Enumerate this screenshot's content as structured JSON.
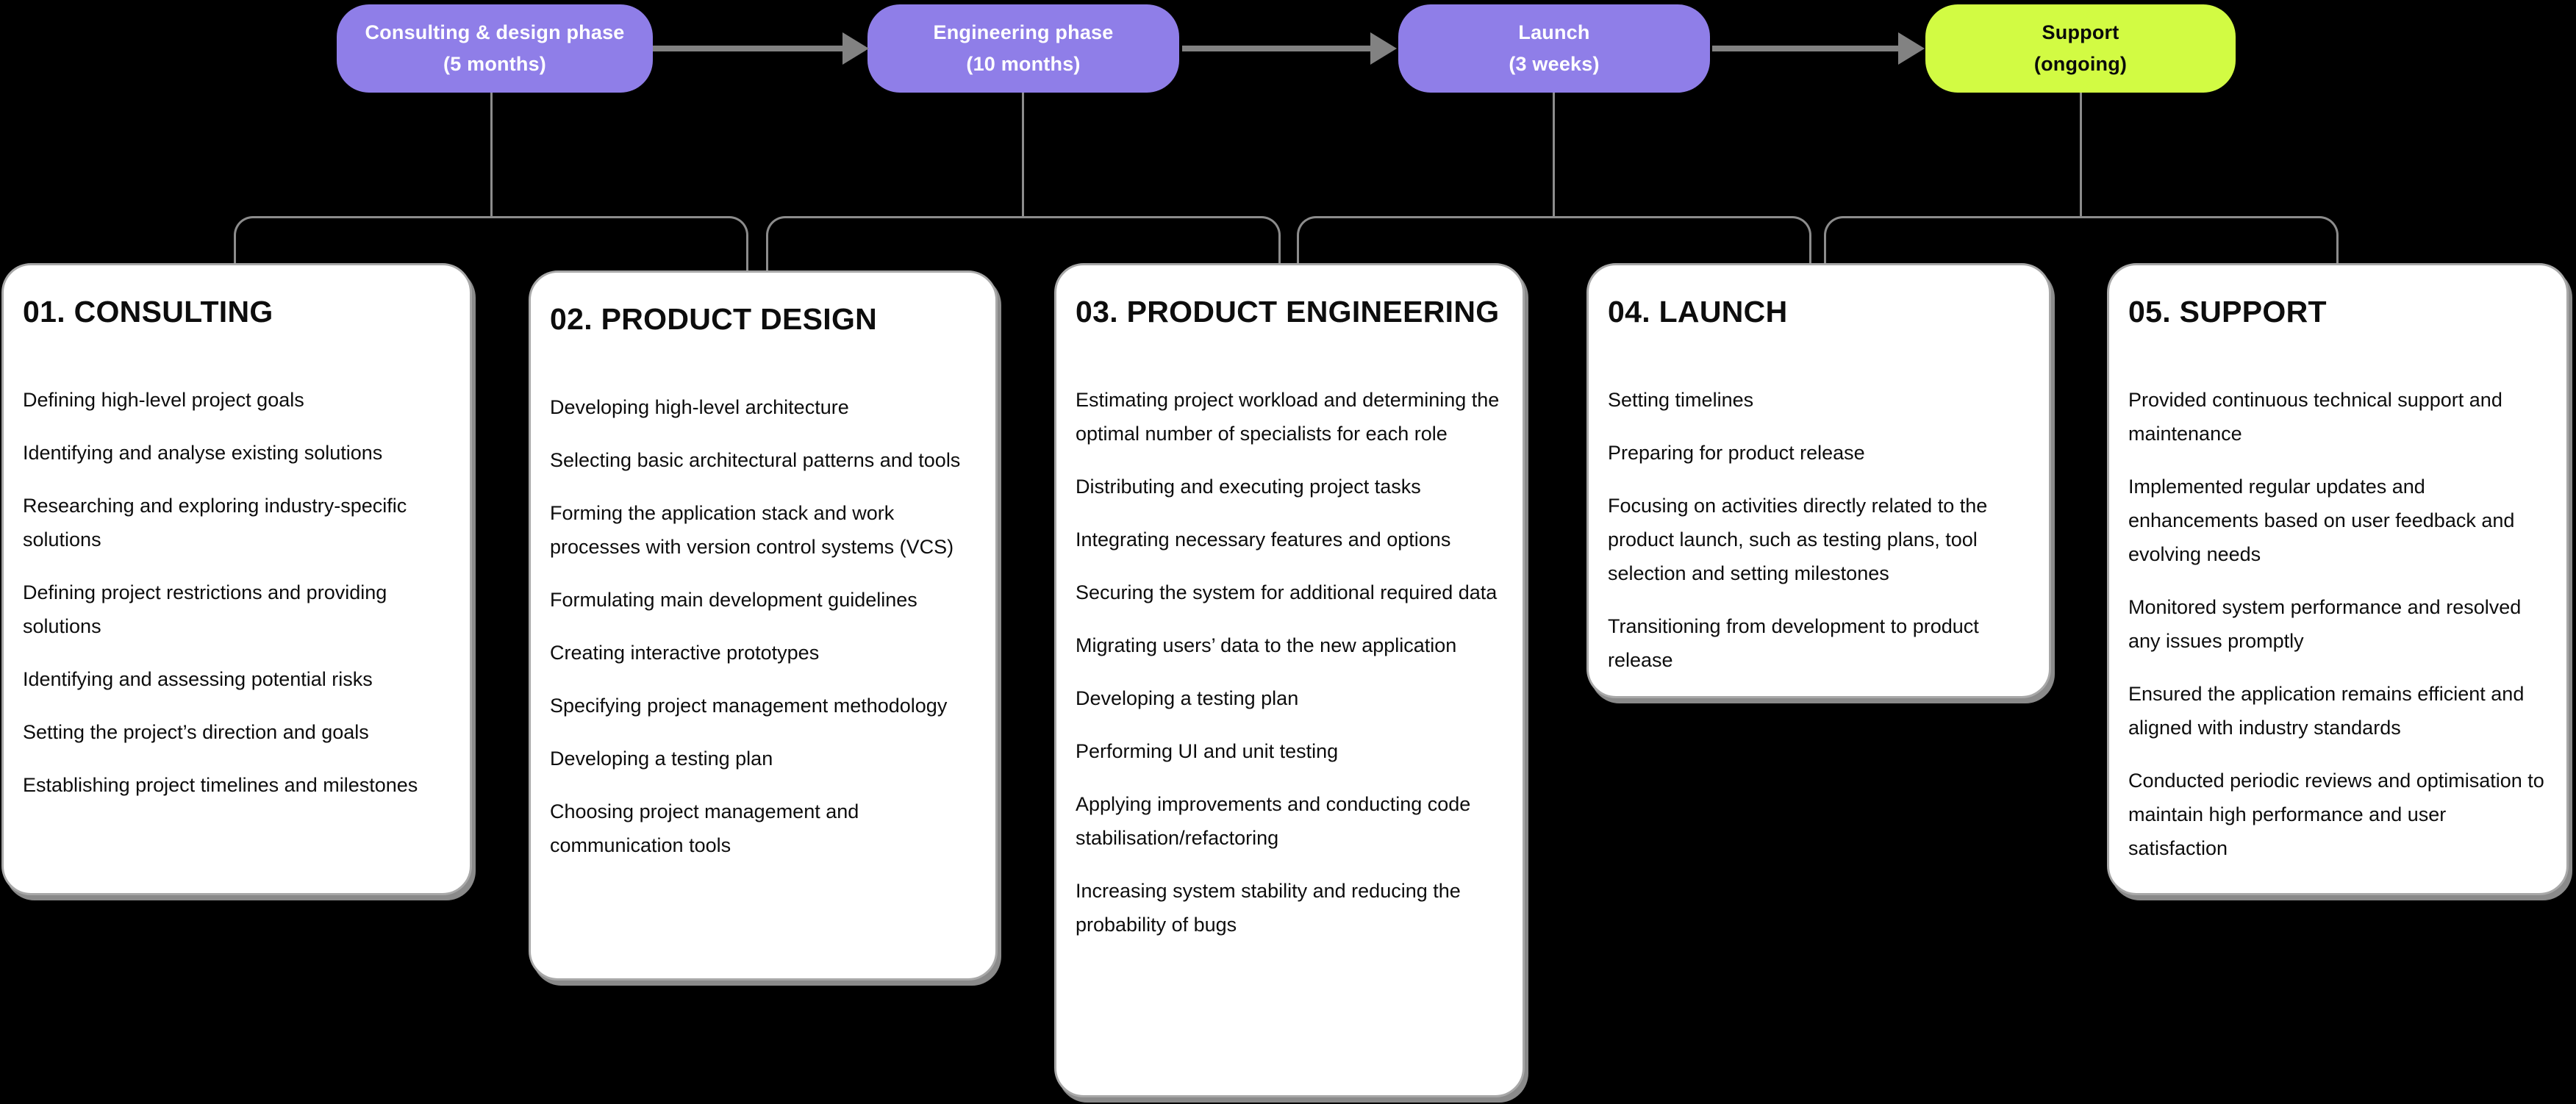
{
  "colors": {
    "background": "#000000",
    "pill_purple": "#8F7EE8",
    "pill_green": "#D2FB43",
    "pill_text_on_purple": "#FFFFFF",
    "pill_text_on_green": "#0A0A0A",
    "connector_gray": "#8C8C8C",
    "arrow_gray": "#828282",
    "card_background": "#FFFFFF",
    "card_border": "#A8A8A8",
    "card_shadow": "#8A8A8A",
    "card_text": "#0D0D0D"
  },
  "pills": [
    {
      "line1": "Consulting & design phase",
      "line2": "(5 months)"
    },
    {
      "line1": "Engineering phase",
      "line2": "(10 months)"
    },
    {
      "line1": "Launch",
      "line2": "(3 weeks)"
    },
    {
      "line1": "Support",
      "line2": "(ongoing)"
    }
  ],
  "cards": [
    {
      "title": "01. CONSULTING",
      "items": [
        "Defining high-level project goals",
        "Identifying and analyse existing solutions",
        "Researching and exploring industry-specific solutions",
        "Defining project restrictions and providing solutions",
        "Identifying and assessing potential risks",
        "Setting the project’s direction and goals",
        "Establishing project timelines and milestones"
      ]
    },
    {
      "title": "02. PRODUCT DESIGN",
      "items": [
        "Developing high-level architecture",
        "Selecting basic architectural patterns and tools",
        "Forming the application stack and work processes with version control systems (VCS)",
        "Formulating main development guidelines",
        "Creating interactive prototypes",
        "Specifying project management methodology",
        "Developing a testing plan",
        "Choosing project management and communication tools"
      ]
    },
    {
      "title": "03. PRODUCT ENGINEERING",
      "items": [
        "Estimating project workload and determining the optimal number of specialists for each role",
        "Distributing and executing project tasks",
        "Integrating necessary features and options",
        "Securing the system for additional required data",
        "Migrating users’ data to the new application",
        "Developing a testing plan",
        "Performing UI and unit testing",
        "Applying improvements and conducting code stabilisation/refactoring",
        "Increasing system stability and reducing the probability of bugs"
      ]
    },
    {
      "title": "04. LAUNCH",
      "items": [
        "Setting timelines",
        "Preparing for product release",
        "Focusing on activities directly related to the product launch, such as testing plans, tool selection and setting milestones",
        "Transitioning from development to product release"
      ]
    },
    {
      "title": "05. SUPPORT",
      "items": [
        "Provided continuous technical support and maintenance",
        "Implemented regular updates and enhancements based on user feedback and evolving needs",
        "Monitored system performance and resolved any issues promptly",
        "Ensured the application remains efficient and aligned with industry standards",
        "Conducted periodic reviews and optimisation to maintain high performance and user satisfaction"
      ]
    }
  ]
}
